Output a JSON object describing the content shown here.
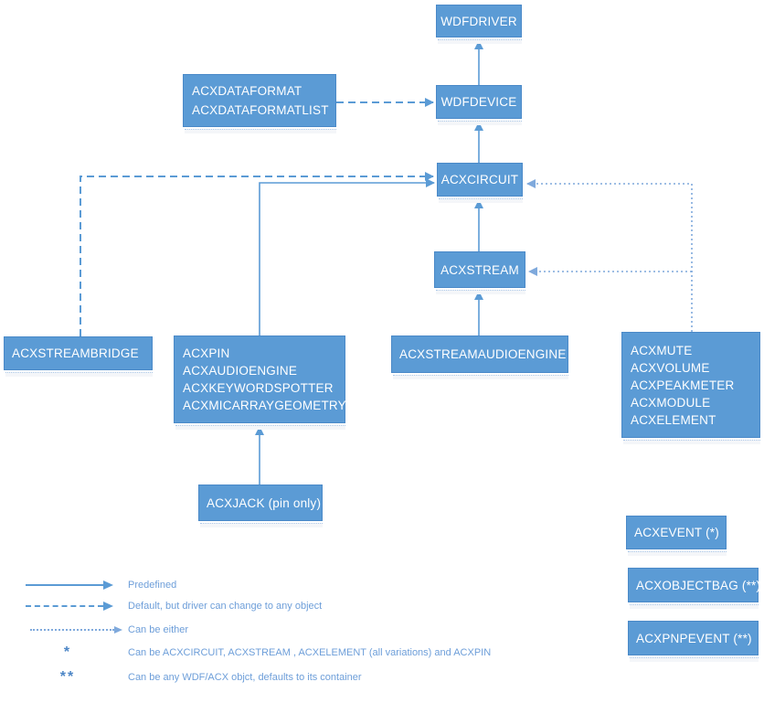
{
  "theme": {
    "box-fill": "#5b9bd5",
    "box-border": "#4a89c8",
    "box-text": "#ffffff",
    "arrow": "#5b9bd5",
    "arrow-dotted": "#7fa9dc",
    "legend-text": "#6d9ed9",
    "symbol": "#4d86c6",
    "shadow-dot": "#aec9e8",
    "shadow-bg": "#f4f6f9"
  },
  "nodes": {
    "wdfdriver": {
      "label": "WDFDRIVER"
    },
    "wdfdevice": {
      "label": "WDFDEVICE"
    },
    "acxdataformat_group": {
      "lines": [
        "ACXDATAFORMAT",
        "ACXDATAFORMATLIST"
      ]
    },
    "acxcircuit": {
      "label": "ACXCIRCUIT"
    },
    "acxstream": {
      "label": "ACXSTREAM"
    },
    "acxstreambridge": {
      "label": "ACXSTREAMBRIDGE"
    },
    "acxpin_group": {
      "lines": [
        "ACXPIN",
        "ACXAUDIOENGINE",
        "ACXKEYWORDSPOTTER",
        "ACXMICARRAYGEOMETRY"
      ]
    },
    "acxstreamaudioengine": {
      "label": "ACXSTREAMAUDIOENGINE"
    },
    "acxelement_group": {
      "lines": [
        "ACXMUTE",
        "ACXVOLUME",
        "ACXPEAKMETER",
        "ACXMODULE",
        "ACXELEMENT"
      ]
    },
    "acxjack": {
      "label": "ACXJACK (pin only)"
    },
    "acxevent": {
      "label": "ACXEVENT (*)"
    },
    "acxobjectbag": {
      "label": "ACXOBJECTBAG (**)"
    },
    "acxpnpevent": {
      "label": "ACXPNPEVENT (**)"
    }
  },
  "legend": {
    "items": [
      {
        "style": "solid",
        "label": "Predefined"
      },
      {
        "style": "dashed",
        "label": "Default, but driver can change to any object"
      },
      {
        "style": "dotted",
        "label": "Can be either"
      },
      {
        "symbol": "*",
        "label": "Can be ACXCIRCUIT, ACXSTREAM , ACXELEMENT (all variations) and ACXPIN"
      },
      {
        "symbol": "**",
        "label": "Can be any WDF/ACX objct, defaults to its container"
      }
    ]
  }
}
